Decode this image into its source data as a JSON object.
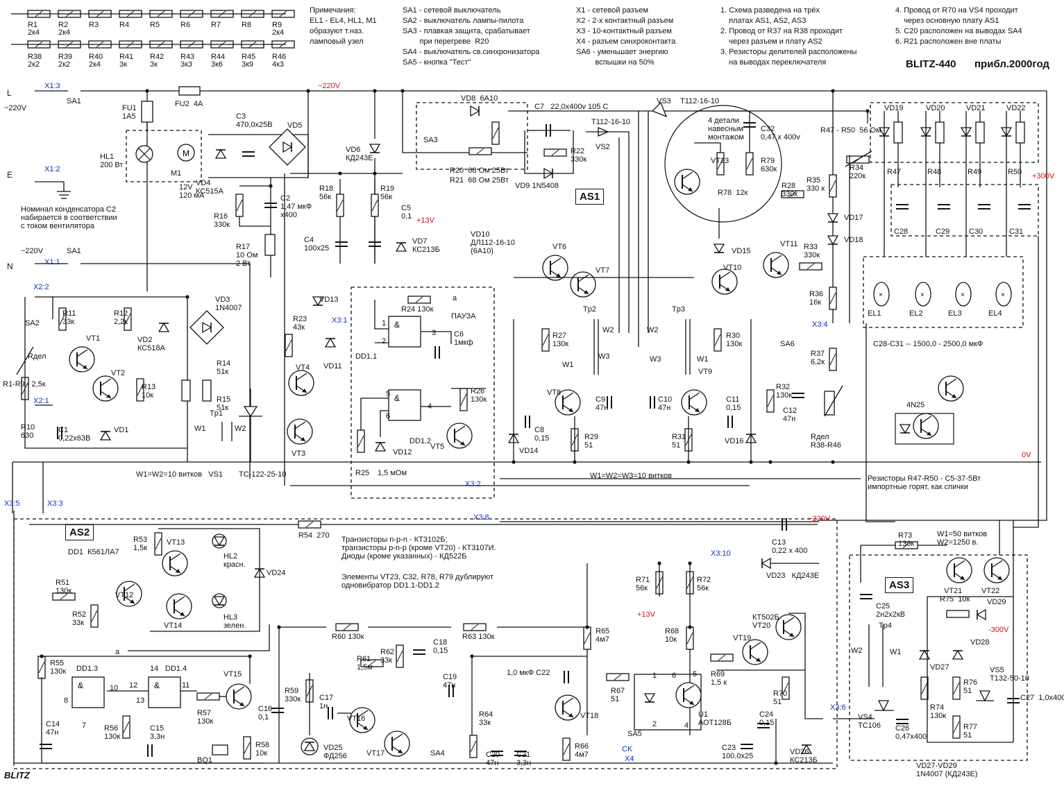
{
  "title": "BLITZ-440",
  "date_note": "прибл.2000год",
  "signature": "BLITZ",
  "notes_a": "Примечания:\nEL1 - EL4, HL1, M1\nобразуют т.наз.\nламповый узел",
  "notes_b": "SA1 - сетевой выключатель\nSA2 - выключатель лампы-пилота\nSA3 - плавкая защита, срабатывает\n        при перегреве  R20\nSA4 - выключатель св.синхронизатора\nSA5 - кнопка \"Тест\"",
  "notes_c": "X1 - сетевой разъем\nX2 - 2-х контактный разъем\nX3 - 10-контактный разъем\nX4 - разъем синхроконтакта\nSA6 - уменьшает энергию\n         вспышки на 50%",
  "notes_d": "1. Схема разведена на трёх\n    платах AS1, AS2, AS3\n2. Провод от R37 на R38 проходит\n    через разъем и плату AS2\n3. Резисторы делителей расположены\n    на выводах переключателя",
  "notes_e": "4. Провод от R70 на VS4 проходит\n    через основную плату AS1\n5. C20 расположен на выводах SA4\n6. R21 расположен вне платы",
  "resistor_row1": [
    {
      "name": "R1",
      "value": "2к4"
    },
    {
      "name": "R2",
      "value": "2к4"
    },
    {
      "name": "R3",
      "value": ""
    },
    {
      "name": "R4",
      "value": ""
    },
    {
      "name": "R5",
      "value": ""
    },
    {
      "name": "R6",
      "value": ""
    },
    {
      "name": "R7",
      "value": ""
    },
    {
      "name": "R8",
      "value": ""
    },
    {
      "name": "R9",
      "value": "2к4"
    }
  ],
  "resistor_row2": [
    {
      "name": "R38",
      "value": "2к2"
    },
    {
      "name": "R39",
      "value": "2к2"
    },
    {
      "name": "R40",
      "value": "2к4"
    },
    {
      "name": "R41",
      "value": "3к"
    },
    {
      "name": "R42",
      "value": "3к"
    },
    {
      "name": "R43",
      "value": "3к3"
    },
    {
      "name": "R44",
      "value": "3к6"
    },
    {
      "name": "R45",
      "value": "3к9"
    },
    {
      "name": "R46",
      "value": "4к3"
    }
  ],
  "board_labels": {
    "as1": "AS1",
    "as2": "AS2",
    "as3": "AS3"
  },
  "voltages": {
    "v220a": "~220V",
    "v220b": "~220V",
    "v220c": "~220V",
    "v220d": "~220V",
    "p13a": "+13V",
    "p13b": "+13V",
    "p300": "+300V",
    "m300": "-300V",
    "zero": "0V"
  },
  "connectors": {
    "x13": "X1:3",
    "x12": "X1:2",
    "x11": "X1:1",
    "x22": "X2:2",
    "x21": "X2:1",
    "x31": "X3:1",
    "x32": "X3:2",
    "x33": "X3:3",
    "x34": "X3:4",
    "x35": "X3:5",
    "x36": "X3:6",
    "x38": "X3:8",
    "x310": "X3:10",
    "x4": "X4",
    "ck": "CK"
  },
  "mains": {
    "L": "L",
    "E": "E",
    "N": "N"
  },
  "labels": [
    {
      "k": "SA1",
      "t": "SA1"
    },
    {
      "k": "FU1",
      "t": "FU1\n1А5"
    },
    {
      "k": "FU2",
      "t": "FU2  4A"
    },
    {
      "k": "HL1",
      "t": "HL1\n200 Вт"
    },
    {
      "k": "M1",
      "t": "M1"
    },
    {
      "k": "M1v",
      "t": "12V\n120 мА"
    },
    {
      "k": "VD4",
      "t": "VD4\nКС515А"
    },
    {
      "k": "C3",
      "t": "C3\n470,0x25В"
    },
    {
      "k": "VD5",
      "t": "VD5"
    },
    {
      "k": "C2",
      "t": "C2\n1,47 мкФ\nx400"
    },
    {
      "k": "R16",
      "t": "R16\n330к"
    },
    {
      "k": "R17",
      "t": "R17\n10 Ом\n2 Вт"
    },
    {
      "k": "C2note",
      "t": "Номинал конденсатора C2\nнабирается в соответствии\nс током вентилятора"
    },
    {
      "k": "SA1b",
      "t": "SA1"
    },
    {
      "k": "R11",
      "t": "R11\n33к"
    },
    {
      "k": "R12",
      "t": "R12\n2,2к"
    },
    {
      "k": "VD2",
      "t": "VD2\nКС518А"
    },
    {
      "k": "VD3",
      "t": "VD3\n1N4007"
    },
    {
      "k": "SA2",
      "t": "SA2"
    },
    {
      "k": "Rdel1",
      "t": "Rдел"
    },
    {
      "k": "R1R9",
      "t": "R1-R9 - 2,5к"
    },
    {
      "k": "VT1",
      "t": "VT1"
    },
    {
      "k": "VT2",
      "t": "VT2"
    },
    {
      "k": "R13",
      "t": "R13\n10к"
    },
    {
      "k": "R14",
      "t": "R14\n51к"
    },
    {
      "k": "R15",
      "t": "R15\n51к"
    },
    {
      "k": "R10",
      "t": "R10\n630"
    },
    {
      "k": "C1",
      "t": "C1\n0,22x63В"
    },
    {
      "k": "VD1",
      "t": "VD1"
    },
    {
      "k": "Tr1",
      "t": "Tр1"
    },
    {
      "k": "W1a",
      "t": "W1"
    },
    {
      "k": "W2a",
      "t": "W2"
    },
    {
      "k": "W1W2",
      "t": "W1=W2=10 витков   VS1"
    },
    {
      "k": "TC122",
      "t": "TC-122-25-10"
    },
    {
      "k": "VD6",
      "t": "VD6\nКД243Е"
    },
    {
      "k": "R18",
      "t": "R18\n56к"
    },
    {
      "k": "R19",
      "t": "R19\n56к"
    },
    {
      "k": "C5",
      "t": "C5\n0,1"
    },
    {
      "k": "C4",
      "t": "C4\n100x25"
    },
    {
      "k": "VD7",
      "t": "VD7\nКС213Б"
    },
    {
      "k": "VD10",
      "t": "VD10\nДЛ112-16-10\n(6А10)"
    },
    {
      "k": "SA3",
      "t": "SA3"
    },
    {
      "k": "VD8",
      "t": "VD8  6А10"
    },
    {
      "k": "R20",
      "t": "R20  68 Ом 25Вт"
    },
    {
      "k": "R21",
      "t": "R21  68 Ом 25Вт"
    },
    {
      "k": "C7",
      "t": "C7   22,0x400v 105 C"
    },
    {
      "k": "VD9",
      "t": "VD9 1N5408"
    },
    {
      "k": "R22",
      "t": "R22\n330к"
    },
    {
      "k": "T112a",
      "t": "T112-16-10"
    },
    {
      "k": "VS2",
      "t": "VS2"
    },
    {
      "k": "VS3",
      "t": "VS3"
    },
    {
      "k": "T112b",
      "t": "T112-16-10"
    },
    {
      "k": "det4",
      "t": "4 детали\nнавесным\nмонтажом"
    },
    {
      "k": "C32",
      "t": "C32\n0,47 x 400v"
    },
    {
      "k": "VT23",
      "t": "VT23"
    },
    {
      "k": "R79",
      "t": "R79\n630к"
    },
    {
      "k": "R78",
      "t": "R78  12к"
    },
    {
      "k": "R28",
      "t": "R28\n330к"
    },
    {
      "k": "R47R50",
      "t": "R47 - R50  56 Ом"
    },
    {
      "k": "R34",
      "t": "R34\n220к"
    },
    {
      "k": "R35",
      "t": "R35\n330 к"
    },
    {
      "k": "VD17",
      "t": "VD17"
    },
    {
      "k": "VD18",
      "t": "VD18"
    },
    {
      "k": "R33",
      "t": "R33\n330к"
    },
    {
      "k": "VT11",
      "t": "VT11"
    },
    {
      "k": "VD15",
      "t": "VD15"
    },
    {
      "k": "VT10",
      "t": "VT10"
    },
    {
      "k": "VT6",
      "t": "VT6"
    },
    {
      "k": "VT7",
      "t": "VT7"
    },
    {
      "k": "Tp2",
      "t": "Tр2"
    },
    {
      "k": "W2b",
      "t": "W2"
    },
    {
      "k": "W3b",
      "t": "W3"
    },
    {
      "k": "W1b",
      "t": "W1"
    },
    {
      "k": "R27",
      "t": "R27\n130к"
    },
    {
      "k": "VT8",
      "t": "VT8"
    },
    {
      "k": "C9",
      "t": "C9\n47н"
    },
    {
      "k": "C8",
      "t": "C8\n0,15"
    },
    {
      "k": "VD14",
      "t": "VD14"
    },
    {
      "k": "R29",
      "t": "R29\n51"
    },
    {
      "k": "Tp3",
      "t": "Tр3"
    },
    {
      "k": "W2c",
      "t": "W2"
    },
    {
      "k": "W3c",
      "t": "W3"
    },
    {
      "k": "W1c",
      "t": "W1"
    },
    {
      "k": "R30",
      "t": "R30\n130к"
    },
    {
      "k": "VT9",
      "t": "VT9"
    },
    {
      "k": "C10",
      "t": "C10\n47н"
    },
    {
      "k": "C11",
      "t": "C11\n0,15"
    },
    {
      "k": "R31",
      "t": "R31\n51"
    },
    {
      "k": "VD16",
      "t": "VD16"
    },
    {
      "k": "W123",
      "t": "W1=W2=W3=10 витков"
    },
    {
      "k": "R36",
      "t": "R36\n16к"
    },
    {
      "k": "SA6",
      "t": "SA6"
    },
    {
      "k": "R37",
      "t": "R37\n6,2к"
    },
    {
      "k": "R32",
      "t": "R32\n130к"
    },
    {
      "k": "C12",
      "t": "C12\n47н"
    },
    {
      "k": "Rdel2",
      "t": "Rдел\nR38-R46"
    },
    {
      "k": "VD19",
      "t": "VD19"
    },
    {
      "k": "VD20",
      "t": "VD20"
    },
    {
      "k": "VD21",
      "t": "VD21"
    },
    {
      "k": "VD22",
      "t": "VD22"
    },
    {
      "k": "R47",
      "t": "R47"
    },
    {
      "k": "R48",
      "t": "R48"
    },
    {
      "k": "R49",
      "t": "R49"
    },
    {
      "k": "R50",
      "t": "R50"
    },
    {
      "k": "C28",
      "t": "C28"
    },
    {
      "k": "C29",
      "t": "C29"
    },
    {
      "k": "C30",
      "t": "C30"
    },
    {
      "k": "C31",
      "t": "C31"
    },
    {
      "k": "EL1",
      "t": "EL1"
    },
    {
      "k": "EL2",
      "t": "EL2"
    },
    {
      "k": "EL3",
      "t": "EL3"
    },
    {
      "k": "EL4",
      "t": "EL4"
    },
    {
      "k": "Ccap",
      "t": "C28-C31 -- 1500,0 - 2500,0 мкФ"
    },
    {
      "k": "4N25",
      "t": "4N25"
    },
    {
      "k": "Rnote",
      "t": "Резисторы R47-R50 - C5-37-5Вт\nимпортные горят, как спички"
    },
    {
      "k": "VD13",
      "t": "VD13"
    },
    {
      "k": "R23",
      "t": "R23\n43к"
    },
    {
      "k": "VD11",
      "t": "VD11"
    },
    {
      "k": "VT4",
      "t": "VT4"
    },
    {
      "k": "VT3",
      "t": "VT3"
    },
    {
      "k": "R24",
      "t": "R24 130к"
    },
    {
      "k": "a1",
      "t": "a"
    },
    {
      "k": "pause",
      "t": "ПАУЗА"
    },
    {
      "k": "DD11",
      "t": "DD1.1"
    },
    {
      "k": "C6",
      "t": "C6\n1мкф"
    },
    {
      "k": "DD12",
      "t": "DD1.2"
    },
    {
      "k": "R26",
      "t": "R26\n130к"
    },
    {
      "k": "VT5",
      "t": "VT5"
    },
    {
      "k": "R25",
      "t": "R25"
    },
    {
      "k": "VD12",
      "t": "VD12"
    },
    {
      "k": "R25v",
      "t": "1,5 мОм"
    },
    {
      "k": "pin1",
      "t": "1"
    },
    {
      "k": "pin2",
      "t": "2"
    },
    {
      "k": "pin3",
      "t": "3"
    },
    {
      "k": "pin4",
      "t": "4"
    },
    {
      "k": "pin5",
      "t": "5"
    },
    {
      "k": "pin6",
      "t": "6"
    },
    {
      "k": "DD1",
      "t": "DD1  К561ЛА7"
    },
    {
      "k": "R53",
      "t": "R53\n1,5к"
    },
    {
      "k": "VT13",
      "t": "VT13"
    },
    {
      "k": "VT14",
      "t": "VT14"
    },
    {
      "k": "HL2",
      "t": "HL2\nкрасн."
    },
    {
      "k": "HL3",
      "t": "HL3\nзелен."
    },
    {
      "k": "VD24",
      "t": "VD24"
    },
    {
      "k": "R54",
      "t": "R54  270"
    },
    {
      "k": "R51",
      "t": "R51\n130к"
    },
    {
      "k": "VT12",
      "t": "VT12"
    },
    {
      "k": "R52",
      "t": "R52\n33к"
    },
    {
      "k": "trans",
      "t": "Транзисторы n-p-n - КТ3102Б;\nтранзисторы p-n-p (кроме VT20) - КТ3107И.\nДиоды (кроме указанных) - КД522Б"
    },
    {
      "k": "dup",
      "t": "Элементы VT23, C32, R78, R79 дублируют\nодновибратор DD1.1-DD1.2"
    },
    {
      "k": "C13",
      "t": "C13\n0,22 x 400"
    },
    {
      "k": "VD23",
      "t": "VD23   КД243Е"
    },
    {
      "k": "R71",
      "t": "R71\n56к"
    },
    {
      "k": "R72",
      "t": "R72\n56к"
    },
    {
      "k": "R73",
      "t": "R73\n130к"
    },
    {
      "k": "W50",
      "t": "W1=50 витков\nW2=1250 в."
    },
    {
      "k": "VT21",
      "t": "VT21"
    },
    {
      "k": "VT22",
      "t": "VT22"
    },
    {
      "k": "C25",
      "t": "C25\n2н2x2кВ"
    },
    {
      "k": "Tp4",
      "t": "Tр4"
    },
    {
      "k": "W2d",
      "t": "W2"
    },
    {
      "k": "W1d",
      "t": "W1"
    },
    {
      "k": "R75",
      "t": "R75  10к"
    },
    {
      "k": "VD29",
      "t": "VD29"
    },
    {
      "k": "VD27",
      "t": "VD27"
    },
    {
      "k": "VD28",
      "t": "VD28"
    },
    {
      "k": "R74",
      "t": "R74\n130к"
    },
    {
      "k": "R76",
      "t": "R76\n51"
    },
    {
      "k": "R77",
      "t": "R77\n51"
    },
    {
      "k": "VS5",
      "t": "VS5\nТ132-50-10"
    },
    {
      "k": "C26",
      "t": "C26\n0,47x400"
    },
    {
      "k": "C27",
      "t": "C27  1,0x400"
    },
    {
      "k": "VS4",
      "t": "VS4\nТС106"
    },
    {
      "k": "VD2729",
      "t": "VD27-VD29\n1N4007 (КД243Е)"
    },
    {
      "k": "R55",
      "t": "R55\n130к"
    },
    {
      "k": "DD13",
      "t": "DD1.3"
    },
    {
      "k": "DD14",
      "t": "DD1.4"
    },
    {
      "k": "C14",
      "t": "C14\n47н"
    },
    {
      "k": "R56",
      "t": "R56\n130к"
    },
    {
      "k": "C15",
      "t": "C15\n3,3н"
    },
    {
      "k": "R57",
      "t": "R57\n130к"
    },
    {
      "k": "VT15",
      "t": "VT15"
    },
    {
      "k": "R58",
      "t": "R58\n10к"
    },
    {
      "k": "BQ1",
      "t": "BQ1"
    },
    {
      "k": "C16",
      "t": "C16\n0,1"
    },
    {
      "k": "a2",
      "t": "a"
    },
    {
      "k": "p8",
      "t": "8"
    },
    {
      "k": "p7",
      "t": "7"
    },
    {
      "k": "p10",
      "t": "10"
    },
    {
      "k": "p12",
      "t": "12"
    },
    {
      "k": "p13",
      "t": "13"
    },
    {
      "k": "p14",
      "t": "14"
    },
    {
      "k": "p11",
      "t": "11"
    },
    {
      "k": "R60",
      "t": "R60 130к"
    },
    {
      "k": "R63",
      "t": "R63 130к"
    },
    {
      "k": "C18",
      "t": "C18\n0,15"
    },
    {
      "k": "R61",
      "t": "R61\n1,5м"
    },
    {
      "k": "R62",
      "t": "R62\n33к"
    },
    {
      "k": "R59",
      "t": "R59\n330к"
    },
    {
      "k": "C17",
      "t": "C17\n1н"
    },
    {
      "k": "VT16",
      "t": "VT16"
    },
    {
      "k": "VT17",
      "t": "VT17"
    },
    {
      "k": "VD25",
      "t": "VD25\nФД256"
    },
    {
      "k": "C19",
      "t": "C19\n47н"
    },
    {
      "k": "R64",
      "t": "R64\n33к"
    },
    {
      "k": "SA4",
      "t": "SA4"
    },
    {
      "k": "C20",
      "t": "C20\n47н"
    },
    {
      "k": "C21",
      "t": "C21\n3,3н"
    },
    {
      "k": "C22",
      "t": "1,0 мкФ C22"
    },
    {
      "k": "VT18",
      "t": "VT18"
    },
    {
      "k": "R66",
      "t": "R66\n4м7"
    },
    {
      "k": "R65",
      "t": "R65\n4м7"
    },
    {
      "k": "R67",
      "t": "R67\n51"
    },
    {
      "k": "SA5",
      "t": "SA5"
    },
    {
      "k": "R68",
      "t": "R68\n10к"
    },
    {
      "k": "U1",
      "t": "U1\nАОТ128Б"
    },
    {
      "k": "R69",
      "t": "R69\n1,5 к"
    },
    {
      "k": "VT19",
      "t": "VT19"
    },
    {
      "k": "VT20",
      "t": "КТ502Б\nVT20"
    },
    {
      "k": "R70",
      "t": "R70\n51"
    },
    {
      "k": "C24",
      "t": "C24\n0,15"
    },
    {
      "k": "C23",
      "t": "C23\n100,0x25"
    },
    {
      "k": "VD26",
      "t": "VD26\nКС213Б"
    },
    {
      "k": "u1p1",
      "t": "1"
    },
    {
      "k": "u1p2",
      "t": "2"
    },
    {
      "k": "u1p4",
      "t": "4"
    },
    {
      "k": "u1p5",
      "t": "5"
    },
    {
      "k": "u1p6",
      "t": "6"
    }
  ]
}
